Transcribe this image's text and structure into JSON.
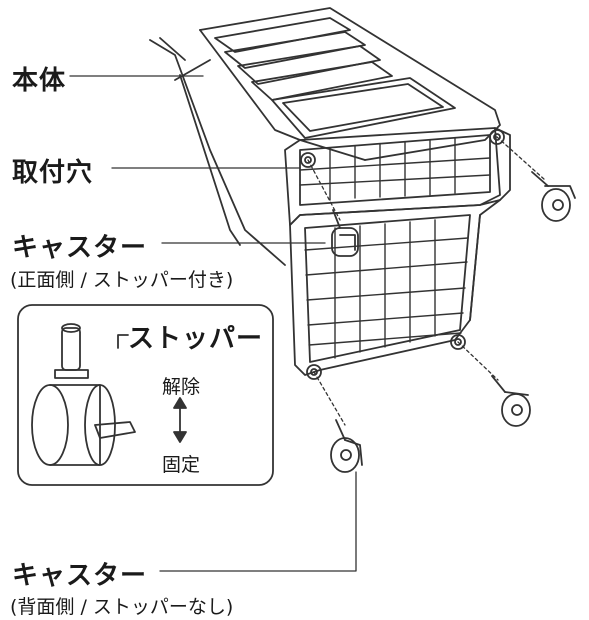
{
  "labels": {
    "body": "本体",
    "mount_hole": "取付穴",
    "caster_front": "キャスター",
    "caster_front_note": "(正面側 / ストッパー付き)",
    "stopper": "ストッパー",
    "release": "解除",
    "lock": "固定",
    "caster_back": "キャスター",
    "caster_back_note": "(背面側 / ストッパーなし)"
  }
}
